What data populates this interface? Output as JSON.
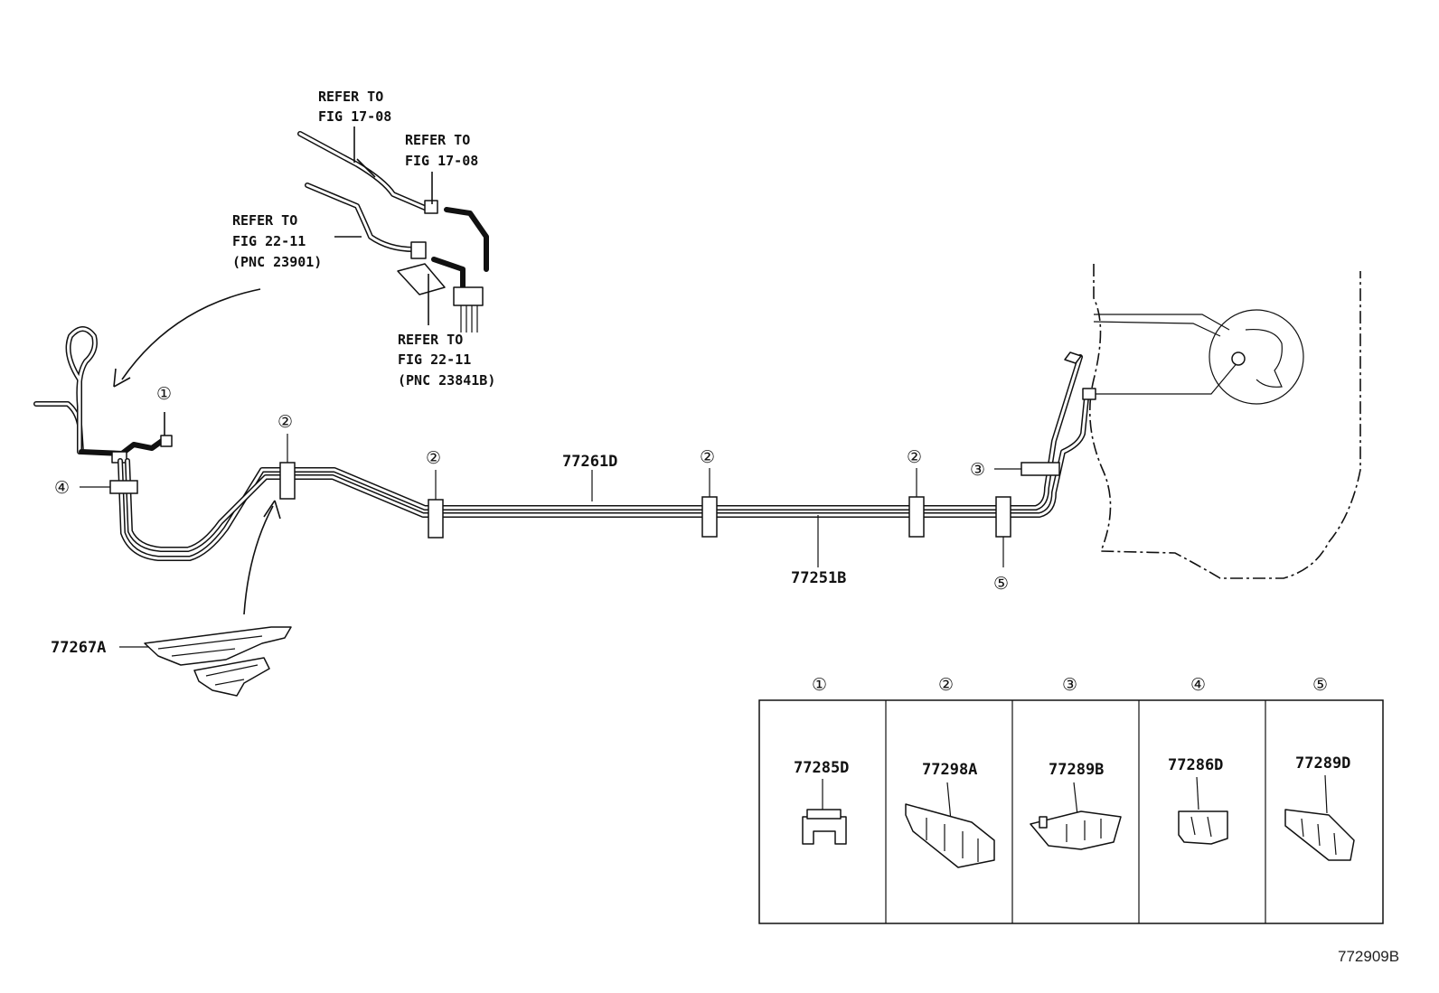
{
  "refs": {
    "fig_17_08_a": [
      "REFER TO",
      "FIG 17-08"
    ],
    "fig_17_08_b": [
      "REFER TO",
      "FIG 17-08"
    ],
    "fig_22_11_a": [
      "REFER TO",
      "FIG 22-11",
      "(PNC 23901)"
    ],
    "fig_22_11_b": [
      "REFER TO",
      "FIG 22-11",
      "(PNC 23841B)"
    ]
  },
  "parts": {
    "tube_upper": "77261D",
    "tube_lower": "77251B",
    "protector": "77267A"
  },
  "callouts": [
    "①",
    "②",
    "③",
    "④",
    "⑤"
  ],
  "clamp_table": [
    {
      "key": "①",
      "part": "77285D"
    },
    {
      "key": "②",
      "part": "77298A"
    },
    {
      "key": "③",
      "part": "77289B"
    },
    {
      "key": "④",
      "part": "77286D"
    },
    {
      "key": "⑤",
      "part": "77289D"
    }
  ],
  "figure_id": "772909B"
}
